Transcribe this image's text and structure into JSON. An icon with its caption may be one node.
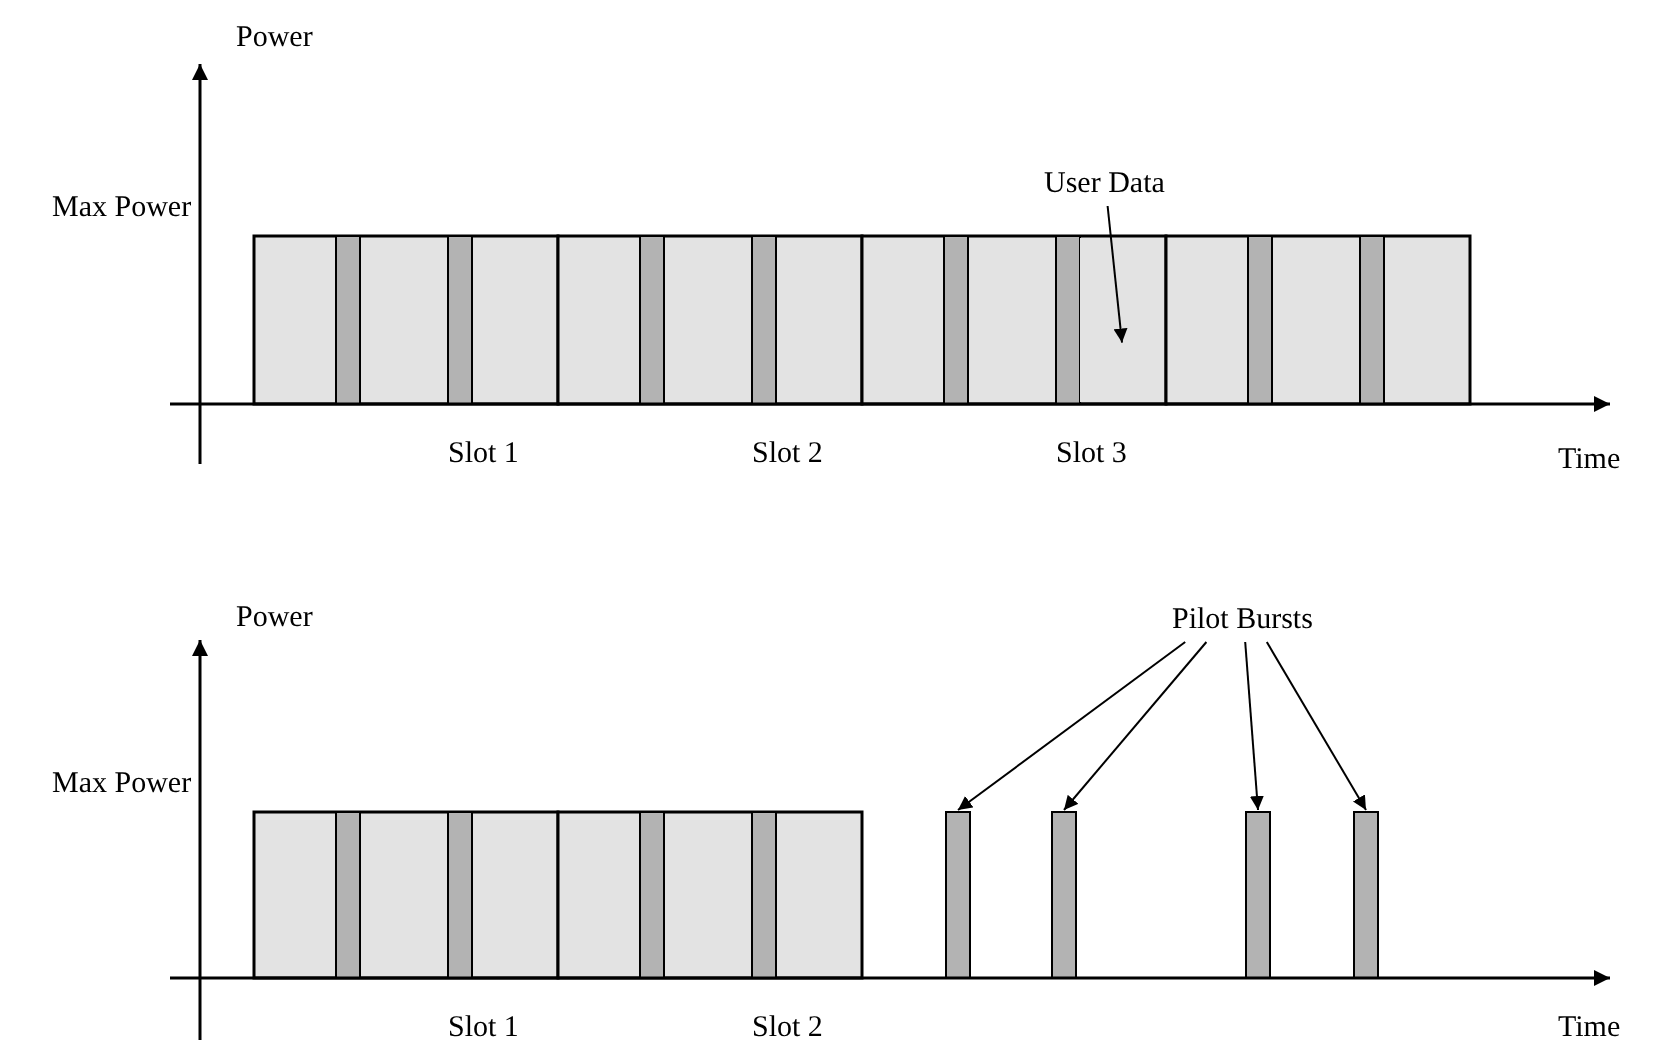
{
  "diagram": {
    "nodes": [
      {
        "text": [
          "User Data"
        ]
      },
      {
        "text": [],
        "shape": "bar"
      },
      {
        "text": [],
        "shape": "bar"
      },
      {
        "text": [],
        "shape": "bar"
      },
      {
        "text": [],
        "shape": "bar"
      },
      {
        "text": [],
        "shape": "bar"
      },
      {
        "text": [],
        "shape": "bar"
      },
      {
        "text": [],
        "shape": "box"
      },
      {
        "text": [],
        "shape": "bar"
      },
      {
        "text": [],
        "shape": "bar"
      },
      {
        "text": [
          "Pilot Bursts"
        ]
      },
      {
        "text": [],
        "shape": "bar"
      },
      {
        "text": [],
        "shape": "bar"
      },
      {
        "text": [],
        "shape": "bar"
      },
      {
        "text": [],
        "shape": "bar"
      },
      {
        "text": [],
        "shape": "bar"
      },
      {
        "text": [],
        "shape": "bar"
      },
      {
        "text": [],
        "shape": "bar"
      },
      {
        "text": [],
        "shape": "bar"
      }
    ],
    "edges": [
      {
        "from": 0,
        "to": 7,
        "arrow": "to"
      },
      {
        "from": 10,
        "to": 15,
        "arrow": "to"
      },
      {
        "from": 10,
        "to": 16,
        "arrow": "to"
      },
      {
        "from": 10,
        "to": 17,
        "arrow": "to"
      },
      {
        "from": 10,
        "to": 18,
        "arrow": "to"
      }
    ],
    "labels": [
      "Power",
      "Max Power",
      "Slot 1",
      "Slot 2",
      "Slot 3",
      "Time",
      "Power",
      "Max Power",
      "Slot 1",
      "Slot 2",
      "Time"
    ]
  }
}
